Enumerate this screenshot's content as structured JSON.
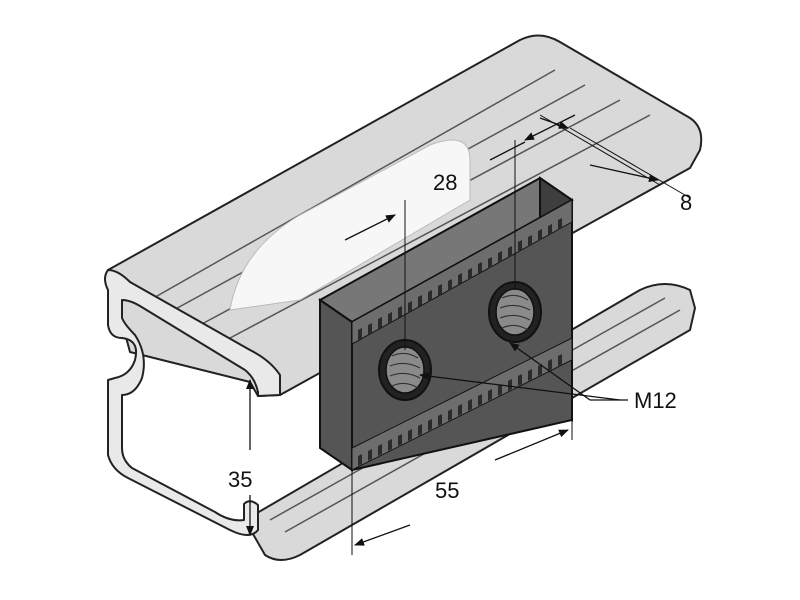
{
  "dimensions": {
    "pitch": "28",
    "edge_offset": "8",
    "thread_size": "M12",
    "channel_height": "35",
    "plate_length": "55"
  }
}
